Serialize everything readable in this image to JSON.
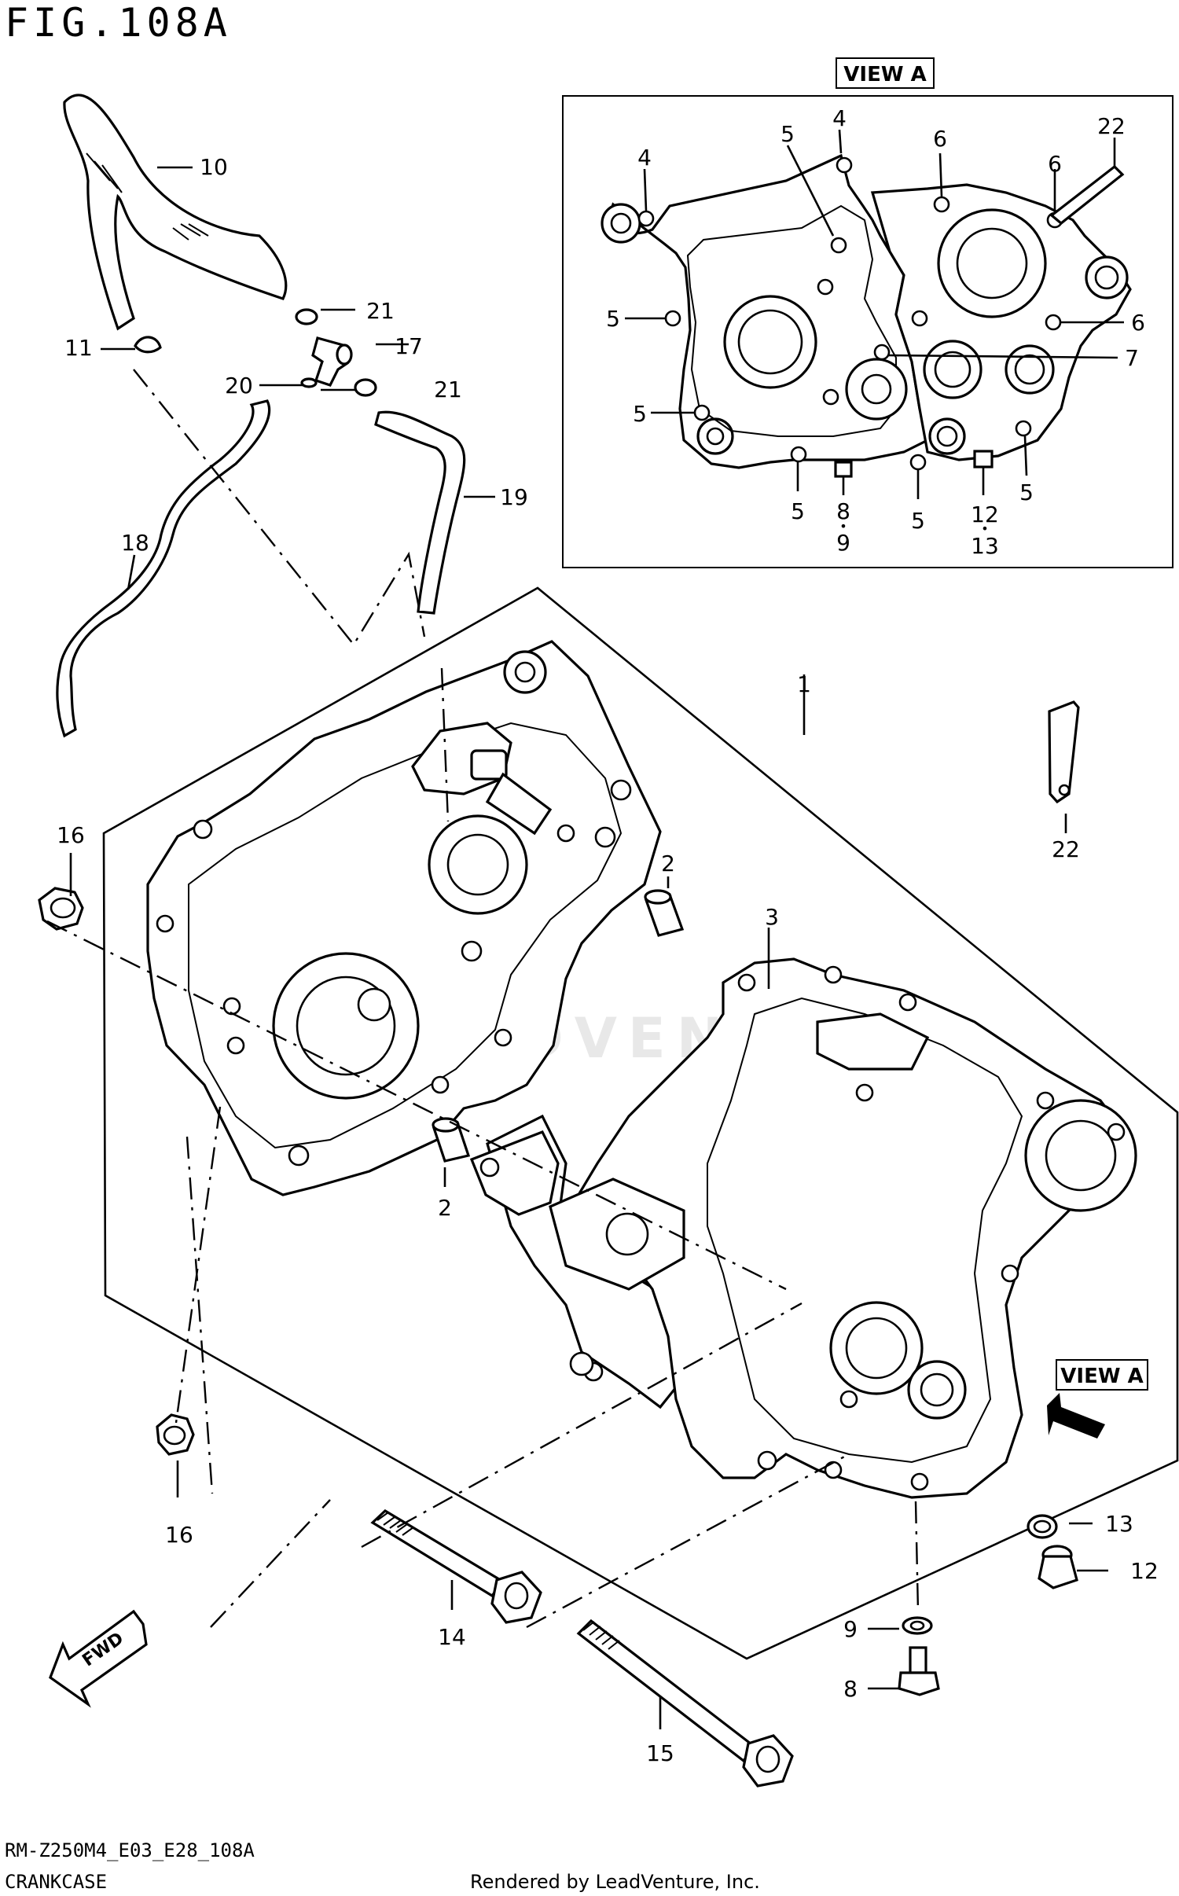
{
  "figure": {
    "title": "FIG.108A",
    "model_code": "RM-Z250M4_E03_E28_108A",
    "section_name": "CRANKCASE",
    "rendered_by": "Rendered by LeadVenture, Inc.",
    "watermark": "LEADVENTURE"
  },
  "view_labels": {
    "inset": "VIEW A",
    "main": "VIEW A",
    "fwd": "FWD"
  },
  "callouts": {
    "c1": "1",
    "c2a": "2",
    "c2b": "2",
    "c3": "3",
    "c4a": "4",
    "c4b": "4",
    "c5a": "5",
    "c5b": "5",
    "c5c": "5",
    "c5d": "5",
    "c5e": "5",
    "c5f": "5",
    "c5g": "5",
    "c6a": "6",
    "c6b": "6",
    "c6c": "6",
    "c7": "7",
    "c8a": "8",
    "c8b": "8",
    "c9a": "9",
    "c9b": "9",
    "c10": "10",
    "c11": "11",
    "c12a": "12",
    "c12b": "12",
    "c13a": "13",
    "c13b": "13",
    "c14": "14",
    "c15": "15",
    "c16a": "16",
    "c16b": "16",
    "c17": "17",
    "c18": "18",
    "c19": "19",
    "c20": "20",
    "c21a": "21",
    "c21b": "21",
    "c22a": "22",
    "c22b": "22"
  }
}
